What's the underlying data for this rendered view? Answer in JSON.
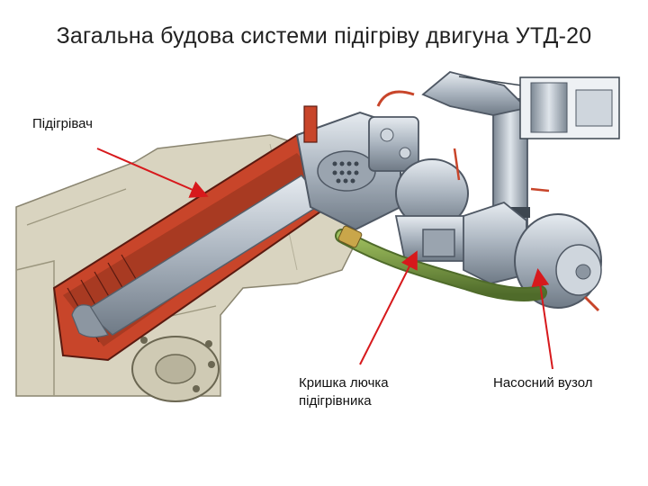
{
  "title": "Загальна будова системи підігріву двигуна УТД-20",
  "labels": {
    "heater": "Підігрівач",
    "hatch_cover_line1": "Кришка лючка",
    "hatch_cover_line2": "підігрівника",
    "pump_unit": "Насосний вузол"
  },
  "colors": {
    "pointer_arrows": "#d7191c",
    "heater_body": "#c8452a",
    "engine_block": "#d9d4c0",
    "pipework": "#b9c2cc",
    "coolant_hose": "#6c8c3c"
  }
}
